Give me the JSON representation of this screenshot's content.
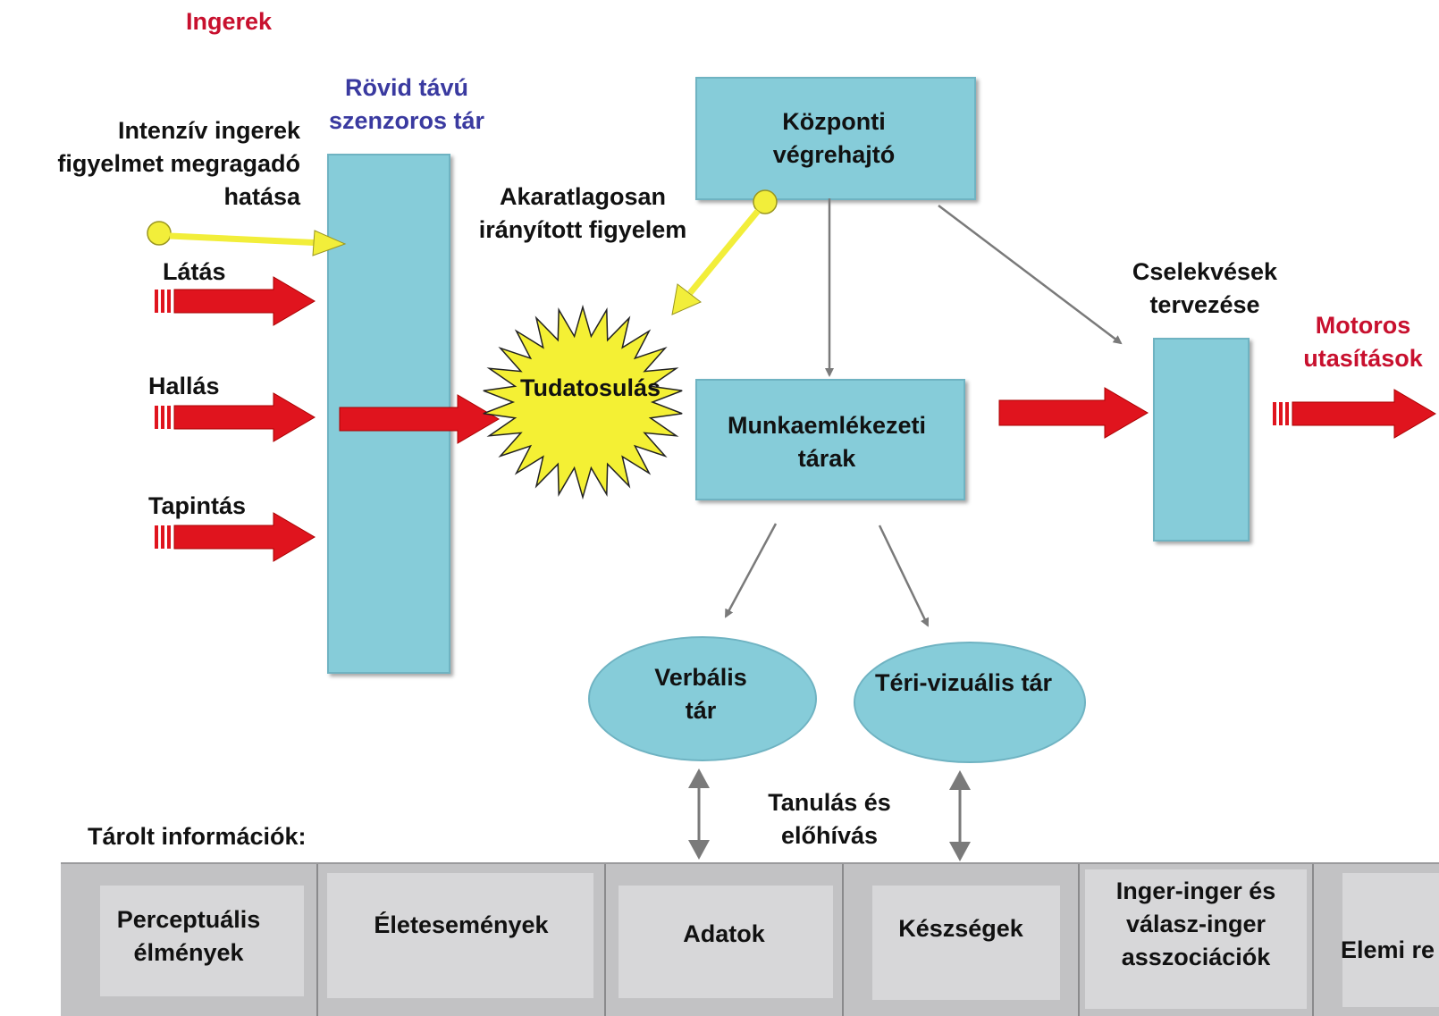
{
  "title": "Ingerek",
  "sensory_store": {
    "label": "Rövid távú szenzoros tár"
  },
  "intense_stimuli": {
    "label": "Intenzív ingerek figyelmet megragadó hatása"
  },
  "inputs": [
    "Látás",
    "Hallás",
    "Tapintás"
  ],
  "involuntary_attention": "Akaratlagosan irányított figyelem",
  "central_executive": "Központi végrehajtó",
  "awareness": "Tudatosulás",
  "working_memory": "Munkaemlékezeti tárak",
  "verbal_store": "Verbális tár",
  "visuospatial_store": "Téri-vizuális tár",
  "action_planning": "Cselekvések tervezése",
  "motor_commands": "Motoros utasítások",
  "learning_recall": "Tanulás és előhívás",
  "stored_info": {
    "label": "Tárolt információk:",
    "cells": [
      "Perceptuális élmények",
      "Életesemények",
      "Adatok",
      "Készségek",
      "Inger-inger és válasz-inger asszociációk",
      "Elemi re"
    ]
  },
  "colors": {
    "box": "#86ccd9",
    "red_arrow": "#e0141e",
    "yellow": "#f2ee3a",
    "title_red": "#c8102e",
    "label_blue": "#3a3aa0"
  }
}
